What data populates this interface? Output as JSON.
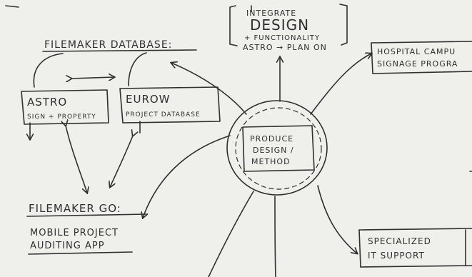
{
  "nodes": {
    "filemaker_database": "FILEMAKER DATABASE:",
    "astro_title": "ASTRO",
    "astro_sub": "SIGN + PROPERTY",
    "eurow_title": "EUROW",
    "eurow_sub": "PROJECT DATABASE",
    "integrate_line1": "INTEGRATE",
    "integrate_line2": "DESIGN",
    "integrate_line3": "+ FUNCTIONALITY",
    "integrate_line4": "ASTRO → PLAN ON",
    "hospital_line1": "HOSPITAL CAMPU",
    "hospital_line2": "SIGNAGE PROGRA",
    "center_line1": "PRODUCE",
    "center_line2": "DESIGN /",
    "center_line3": "METHOD",
    "filemaker_go": "FILEMAKER GO:",
    "mobile_line1": "MOBILE PROJECT",
    "mobile_line2": "AUDITING APP",
    "specialized_line1": "SPECIALIZED",
    "specialized_line2": "IT SUPPORT"
  },
  "colors": {
    "ink": "#2f2f2f",
    "paper": "#efefec"
  }
}
